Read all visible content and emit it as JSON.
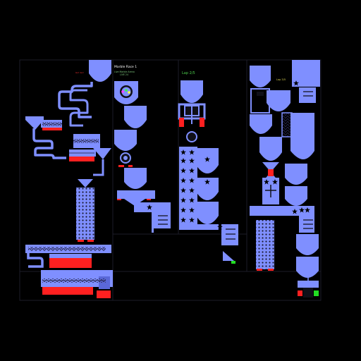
{
  "game": {
    "title": "Marble Race 1",
    "subtitle_line1": "Live Marble Arena",
    "subtitle_line2": "LIVE 24",
    "lap_main": "Lap 2/5",
    "lap_side": "Lap 3/5",
    "tiny_red_label": "Go! Go!"
  },
  "colors": {
    "background": "#000000",
    "track": "#7f8fff",
    "track_dark": "#5a68d8",
    "hazard": "#ff2020",
    "finish": "#22dd22",
    "outline": "#101018"
  },
  "icons": {
    "star": "star-obstacle-icon",
    "funnel": "funnel-icon",
    "gear": "gear-wheel-icon",
    "flag": "finish-flag-icon",
    "marble": "marble-icon"
  }
}
